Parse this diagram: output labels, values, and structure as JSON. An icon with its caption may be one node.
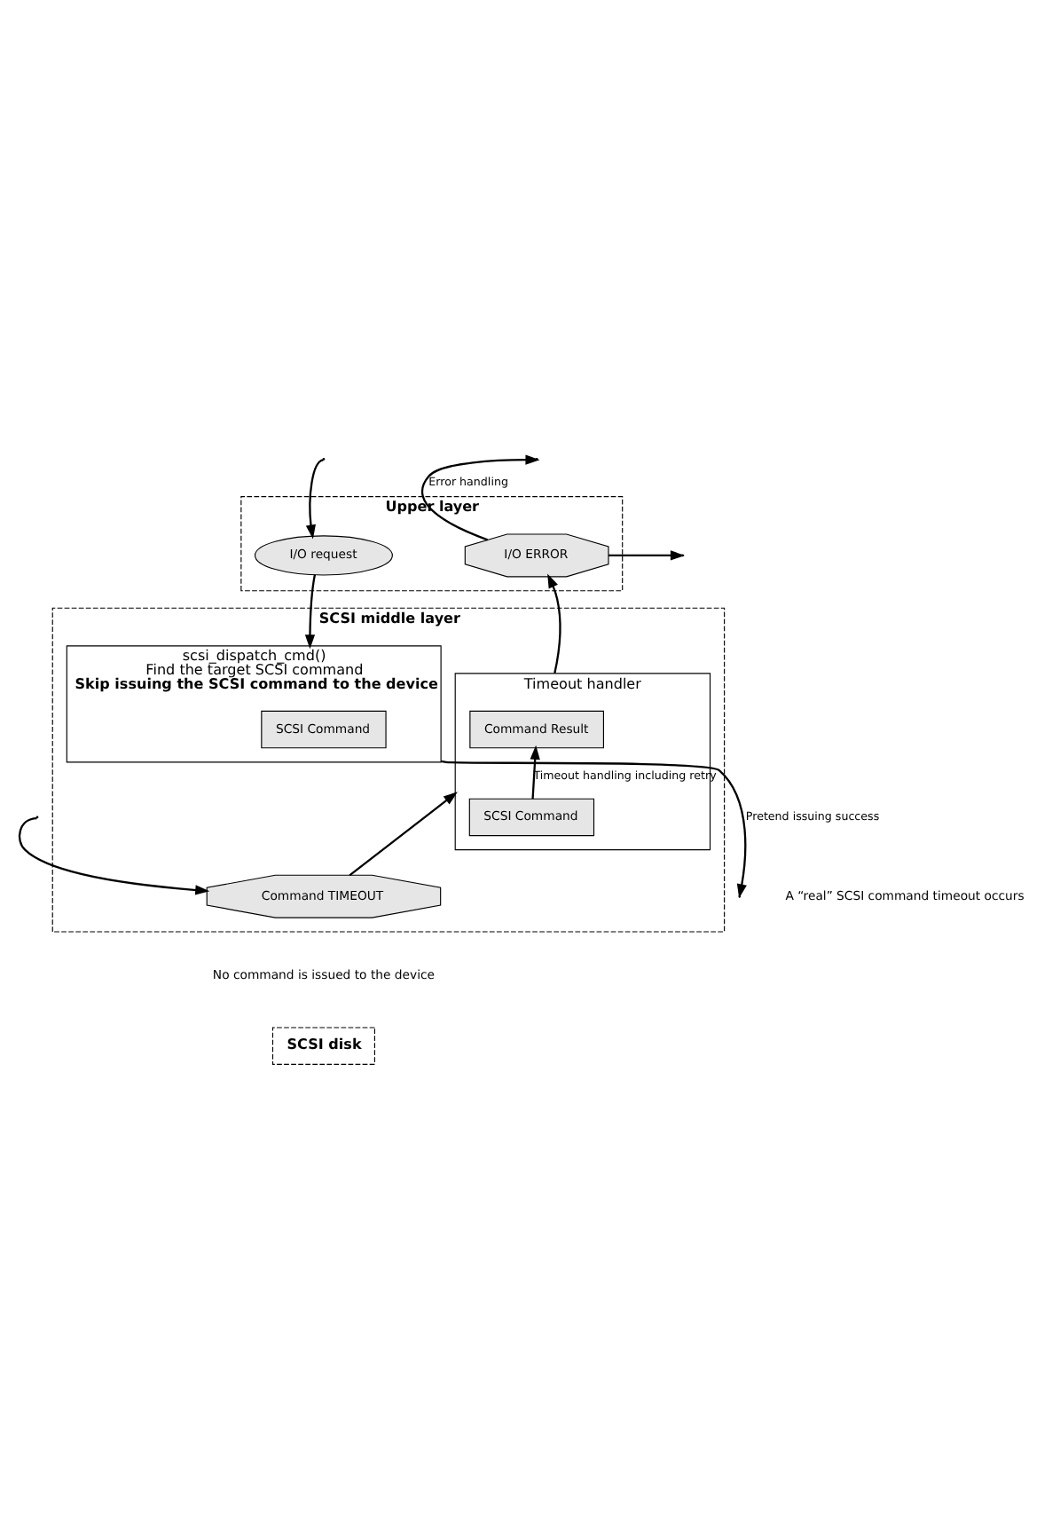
{
  "diagram": {
    "nodes": [
      {
        "text": [
          "Upper layer"
        ]
      },
      {
        "text": [
          "I/O request"
        ],
        "in": 0
      },
      {
        "text": [
          "I/O ERROR"
        ],
        "in": 0
      },
      {
        "text": [
          "SCSI middle layer"
        ]
      },
      {
        "text": [
          "scsi_dispatch_cmd()",
          "Find the target SCSI command",
          "Skip issuing the SCSI command to the device"
        ],
        "in": 3
      },
      {
        "text": [
          "SCSI Command"
        ],
        "in": 4
      },
      {
        "text": [
          "Timeout handler"
        ],
        "in": 3
      },
      {
        "text": [
          "Command Result"
        ],
        "in": 6
      },
      {
        "text": [
          "SCSI Command"
        ],
        "in": 6
      },
      {
        "text": [
          "Command TIMEOUT"
        ],
        "in": 3
      },
      {
        "text": [
          "SCSI disk"
        ]
      }
    ],
    "edges": [
      {
        "from": null,
        "to": 1,
        "arrow": "to"
      },
      {
        "from": 1,
        "to": 4,
        "arrow": "to"
      },
      {
        "from": 2,
        "to": null,
        "arrow": "to",
        "label": "Error handling"
      },
      {
        "from": 2,
        "to": null,
        "arrow": "to"
      },
      {
        "from": 6,
        "to": 2,
        "arrow": "to"
      },
      {
        "from": 8,
        "to": 7,
        "arrow": "to",
        "label": "Timeout handling including retry"
      },
      {
        "from": 4,
        "to": null,
        "arrow": "to",
        "label": "Pretend issuing success"
      },
      {
        "from": null,
        "to": 9,
        "arrow": "to"
      },
      {
        "from": 9,
        "to": 6,
        "arrow": "to"
      }
    ],
    "labels": [
      "A “real” SCSI command timeout occurs",
      "No command is issued to the device"
    ]
  }
}
